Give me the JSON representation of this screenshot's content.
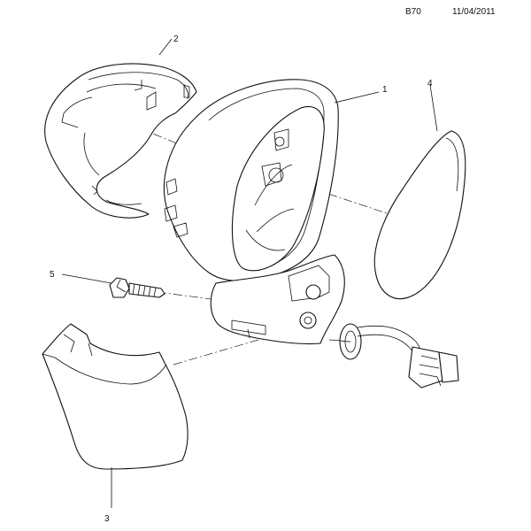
{
  "header": {
    "code": "B70",
    "date": "11/04/2011"
  },
  "callouts": [
    "1",
    "2",
    "3",
    "4",
    "5"
  ]
}
